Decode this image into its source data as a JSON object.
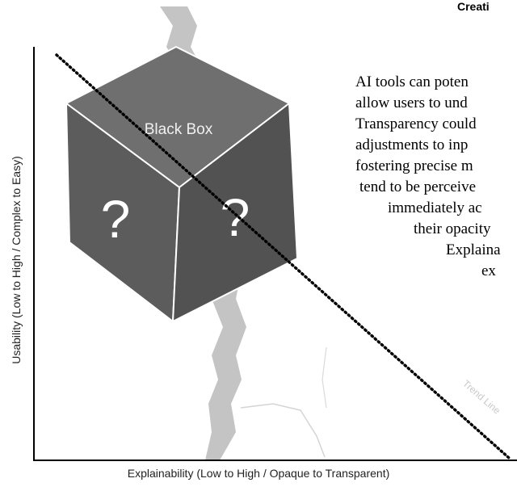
{
  "header": {
    "title_fragment": "Creati"
  },
  "axes": {
    "x_label": "Explainability (Low to High / Opaque to Transparent)",
    "y_label": "Usability (Low to High / Complex to Easy)"
  },
  "cube": {
    "label": "Black Box",
    "left_face_mark": "?",
    "right_face_mark": "?"
  },
  "trend_line": {
    "label": "Trend Line"
  },
  "paragraph": {
    "lines": [
      "AI tools can poten",
      "allow users to und",
      "Transparency could",
      "adjustments to inp",
      "fostering precise m",
      "tend to be perceive",
      "immediately ac",
      "their opacity",
      "Explaina",
      "ex"
    ]
  },
  "colors": {
    "cube_top": "#6f6f6f",
    "cube_left": "#5c5c5c",
    "cube_right": "#525252",
    "cube_edges": "#ffffff",
    "river": "#c4c4c4",
    "axes": "#000000"
  }
}
